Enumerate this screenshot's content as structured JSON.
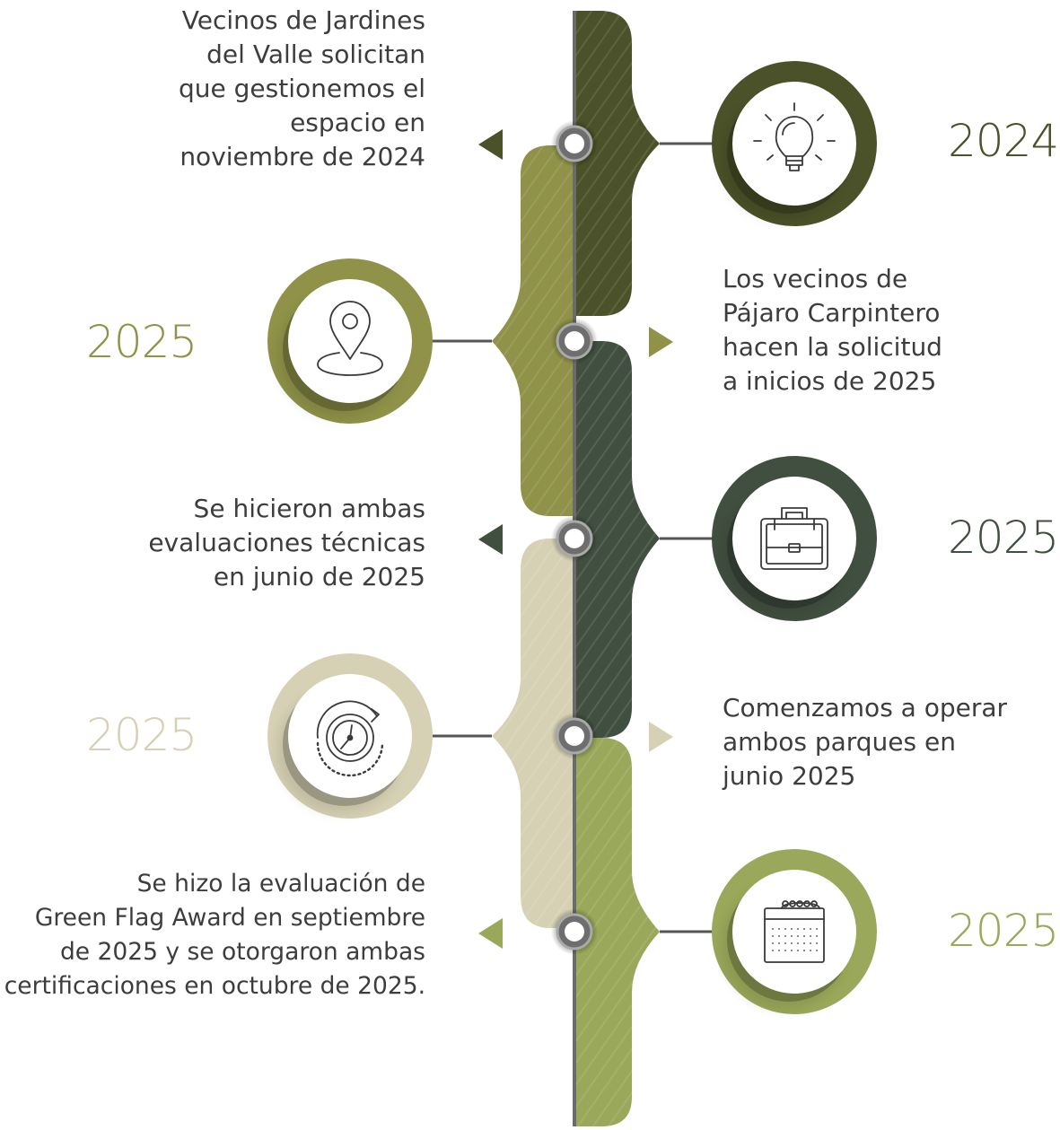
{
  "colors": {
    "dark_olive": "#4b5128",
    "olive": "#8f9248",
    "slate_green": "#414f40",
    "beige": "#d6d1b4",
    "light_green": "#99a85a",
    "line_gray": "#555555",
    "text": "#3d3d3d"
  },
  "milestones": [
    {
      "year": "2024",
      "text": [
        "Vecinos de Jardines",
        "del Valle solicitan",
        "que gestionemos el",
        "espacio en",
        "noviembre de 2024"
      ],
      "icon": "lightbulb-icon",
      "color": "#4b5128"
    },
    {
      "year": "2025",
      "text": [
        "Los vecinos de",
        "Pájaro Carpintero",
        "hacen la solicitud",
        "a inicios de 2025"
      ],
      "icon": "location-pin-icon",
      "color": "#8f9248"
    },
    {
      "year": "2025",
      "text": [
        "Se hicieron ambas",
        "evaluaciones técnicas",
        "en junio de 2025"
      ],
      "icon": "briefcase-icon",
      "color": "#414f40"
    },
    {
      "year": "2025",
      "text": [
        "Comenzamos a operar",
        "ambos parques en",
        "junio 2025"
      ],
      "icon": "stopwatch-icon",
      "color": "#d6d1b4"
    },
    {
      "year": "2025",
      "text": [
        "Se hizo la evaluación de",
        "Green Flag Award en septiembre",
        "de 2025 y se otorgaron ambas",
        "certificaciones en octubre de 2025."
      ],
      "icon": "calendar-icon",
      "color": "#99a85a"
    }
  ]
}
